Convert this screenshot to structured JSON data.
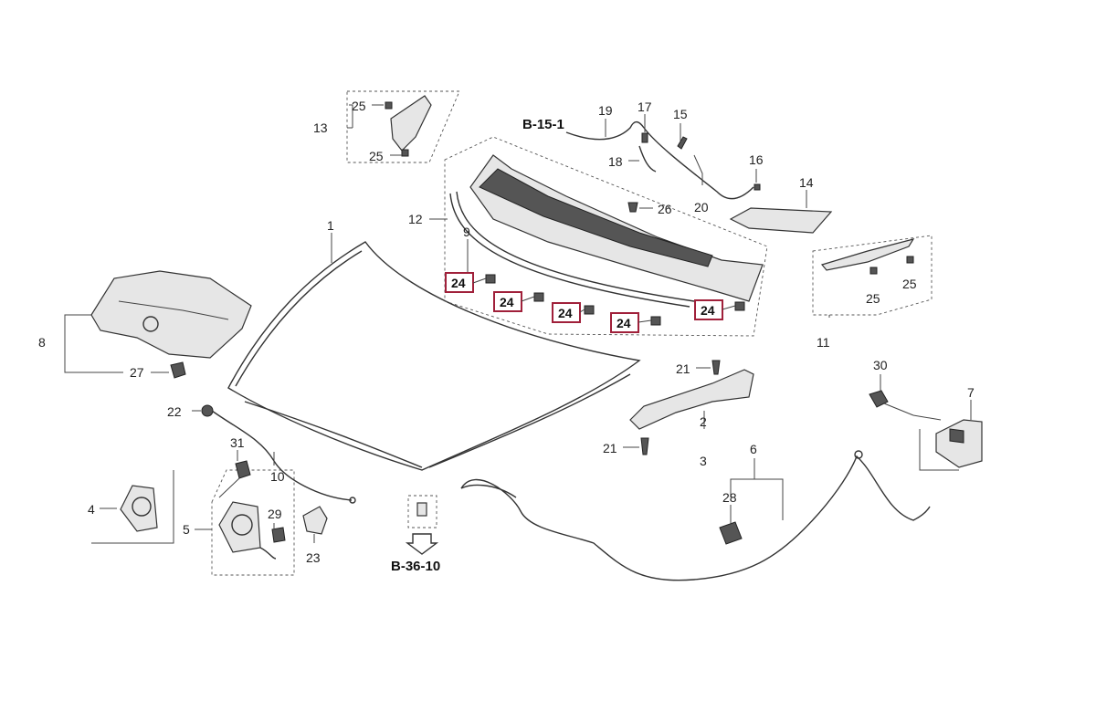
{
  "callouts": {
    "c1": "1",
    "c2": "2",
    "c3": "3",
    "c4": "4",
    "c5": "5",
    "c6": "6",
    "c7": "7",
    "c8": "8",
    "c9": "9",
    "c10": "10",
    "c11": "11",
    "c12": "12",
    "c13": "13",
    "c14": "14",
    "c15": "15",
    "c16": "16",
    "c17": "17",
    "c18": "18",
    "c19": "19",
    "c20": "20",
    "c21a": "21",
    "c21b": "21",
    "c22": "22",
    "c23": "23",
    "c25a": "25",
    "c25b": "25",
    "c25c": "25",
    "c25d": "25",
    "c26": "26",
    "c27": "27",
    "c28": "28",
    "c29": "29",
    "c30": "30",
    "c31": "31"
  },
  "highlighted": [
    "24",
    "24",
    "24",
    "24",
    "24"
  ],
  "references": {
    "top": "B-15-1",
    "bottom": "B-36-10"
  },
  "colors": {
    "highlight_border": "#a0203a",
    "line": "#333333"
  }
}
